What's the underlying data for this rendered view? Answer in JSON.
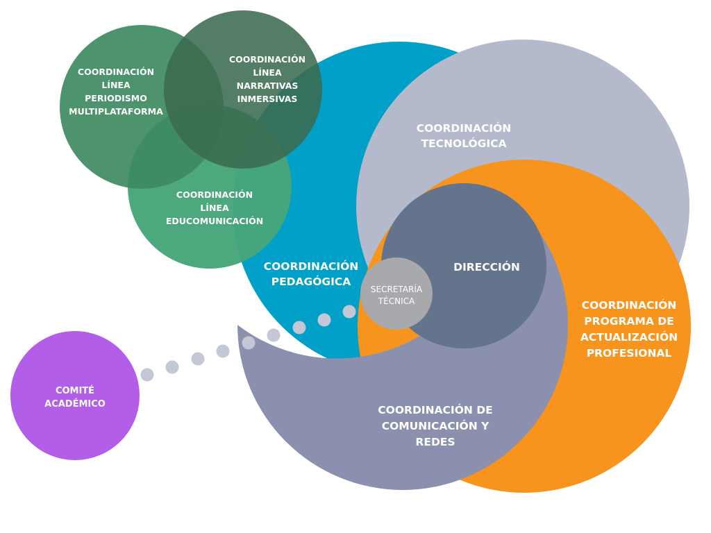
{
  "colors": {
    "pedagogica": "#00a0c8",
    "tecnologica": "#b5b9cc",
    "actualizacion": "#f7941e",
    "comunicacion": "#8b90ae",
    "direccion": "#63748c",
    "secretaria": "#a7a9ac",
    "periodismo": "#3e8a62",
    "narrativas": "#3b6b50",
    "educomunicacion": "#47a57a",
    "comite": "#b35ee8",
    "connector": "#c3c7d6"
  },
  "nodes": {
    "tecnologica": {
      "lines": [
        "COORDINACIÓN",
        "TECNOLÓGICA"
      ]
    },
    "actualizacion": {
      "lines": [
        "COORDINACIÓN",
        "PROGRAMA DE",
        "ACTUALIZACIÓN",
        "PROFESIONAL"
      ]
    },
    "comunicacion": {
      "lines": [
        "COORDINACIÓN DE",
        "COMUNICACIÓN Y",
        "REDES"
      ]
    },
    "pedagogica": {
      "lines": [
        "COORDINACIÓN",
        "PEDAGÓGICA"
      ]
    },
    "direccion": {
      "lines": [
        "DIRECCIÓN"
      ]
    },
    "secretaria": {
      "lines": [
        "SECRETARÍA",
        "TÉCNICA"
      ]
    },
    "periodismo": {
      "lines": [
        "COORDINACIÓN",
        "LÍNEA",
        "PERIODISMO",
        "MULTIPLATAFORMA"
      ]
    },
    "narrativas": {
      "lines": [
        "COORDINACIÓN",
        "LÍNEA",
        "NARRATIVAS",
        "INMERSIVAS"
      ]
    },
    "educomunicacion": {
      "lines": [
        "COORDINACIÓN",
        "LÍNEA",
        "EDUCOMUNICACIÓN"
      ]
    },
    "comite": {
      "lines": [
        "COMITÉ",
        "ACADÉMICO"
      ]
    }
  }
}
